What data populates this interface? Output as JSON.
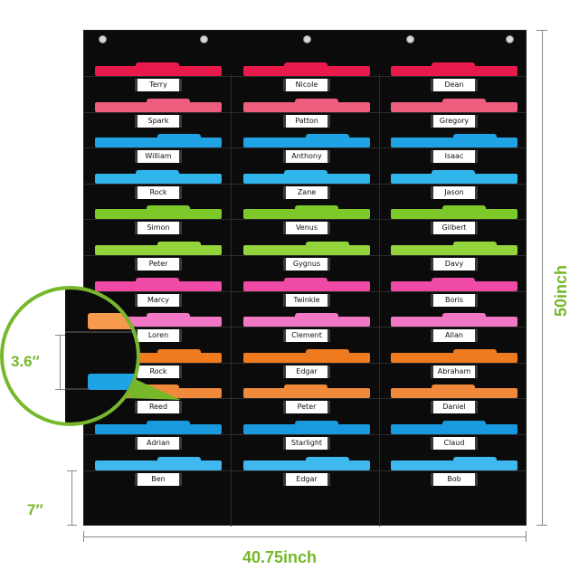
{
  "columns": [
    [
      "Terry",
      "Spark",
      "William",
      "Rock",
      "Simon",
      "Peter",
      "Marcy",
      "Loren",
      "Rock",
      "Reed",
      "Adrian",
      "Ben"
    ],
    [
      "Nicole",
      "Patton",
      "Anthony",
      "Zane",
      "Venus",
      "Gygnus",
      "Twinkle",
      "Clement",
      "Edgar",
      "Peter",
      "Starlight",
      "Edgar"
    ],
    [
      "Dean",
      "Gregory",
      "Isaac",
      "Jason",
      "Gilbert",
      "Davy",
      "Boris",
      "Allan",
      "Abraham",
      "Daniel",
      "Claud",
      "Bob"
    ]
  ],
  "row_colors": [
    "#e8194b",
    "#ef5d7e",
    "#1fa3e4",
    "#2fb5ec",
    "#7dc92a",
    "#93d43b",
    "#ef4aa6",
    "#f277c4",
    "#f07a1e",
    "#f08a3a",
    "#1899e0",
    "#3fb7ef"
  ],
  "dimensions": {
    "width": "40.75inch",
    "height": "50inch",
    "pocket_height": "3.6″",
    "bottom_height": "7″"
  },
  "accent_color": "#76b82a"
}
